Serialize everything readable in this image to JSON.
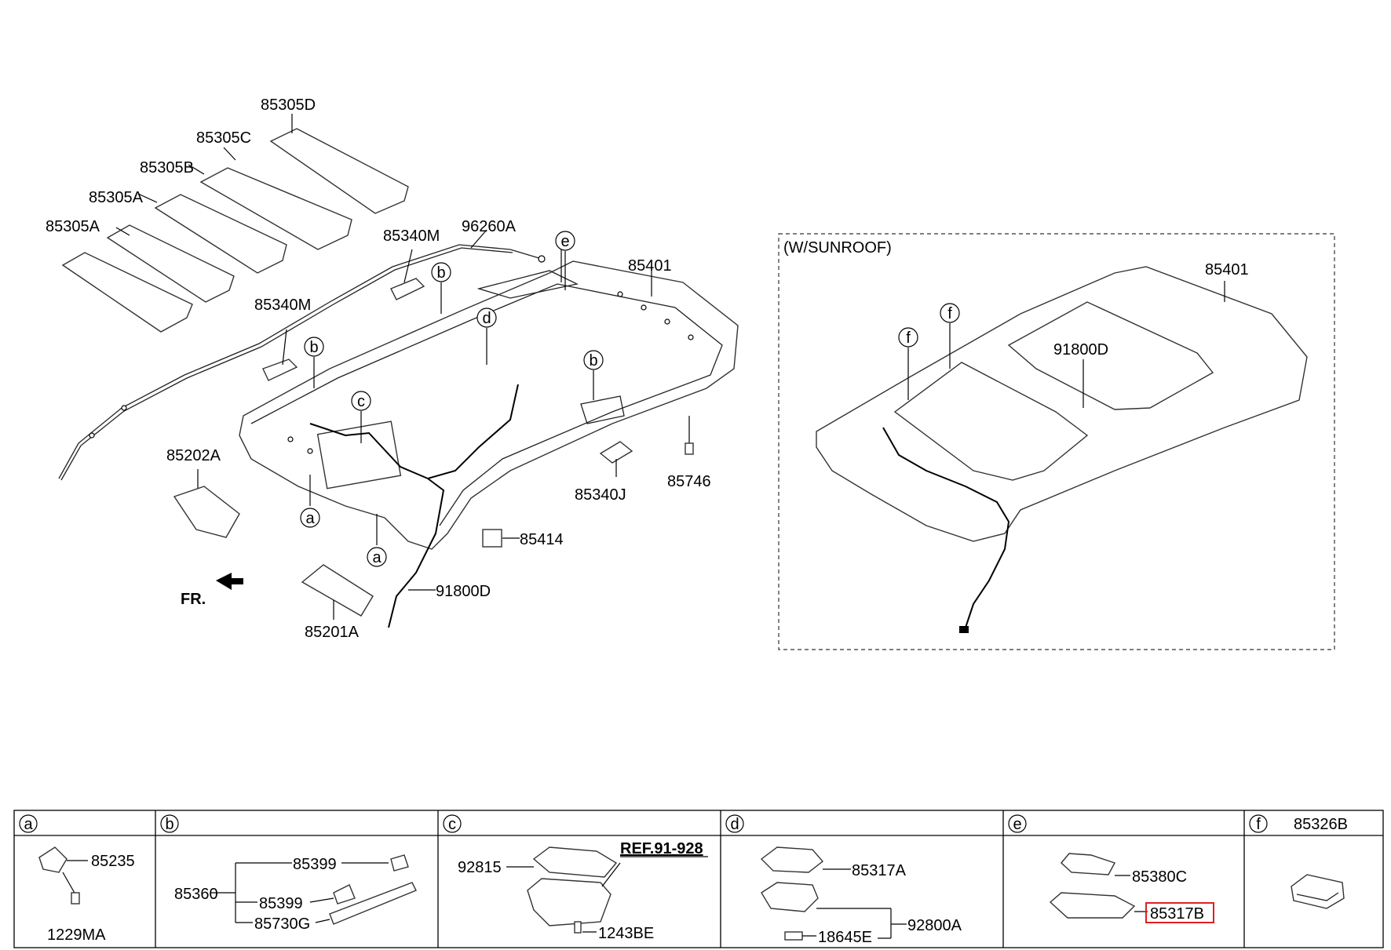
{
  "front_indicator": "FR.",
  "sunroof_variant": {
    "title": "(W/SUNROOF)",
    "labels": {
      "headlining": "85401",
      "wiring": "91800D"
    },
    "callouts": [
      "f",
      "f"
    ]
  },
  "main_labels": {
    "pad_d": "85305D",
    "pad_c": "85305C",
    "pad_b": "85305B",
    "pad_a_upper": "85305A",
    "pad_a_lower": "85305A",
    "grip_rear": "85340M",
    "grip_front": "85340M",
    "wire_antenna": "96260A",
    "headlining": "85401",
    "visor_right": "85202A",
    "grip_j": "85340J",
    "clip": "85746",
    "block": "85414",
    "wiring": "91800D",
    "visor_left": "85201A"
  },
  "main_callouts": {
    "e": "e",
    "b1": "b",
    "b2": "b",
    "b3": "b",
    "c": "c",
    "d": "d",
    "a1": "a",
    "a2": "a"
  },
  "table": {
    "a": {
      "head": "a",
      "parts": [
        "85235",
        "1229MA"
      ]
    },
    "b": {
      "head": "b",
      "parts": [
        "85399",
        "85360",
        "85399",
        "85730G"
      ]
    },
    "c": {
      "head": "c",
      "parts": [
        "92815",
        "REF.91-928",
        "1243BE"
      ]
    },
    "d": {
      "head": "d",
      "parts": [
        "85317A",
        "92800A",
        "18645E"
      ]
    },
    "e": {
      "head": "e",
      "parts": [
        "85380C",
        "85317B"
      ]
    },
    "f": {
      "head": "f",
      "header_part": "85326B"
    }
  },
  "highlight": {
    "part": "85317B",
    "color": "#e02020"
  }
}
